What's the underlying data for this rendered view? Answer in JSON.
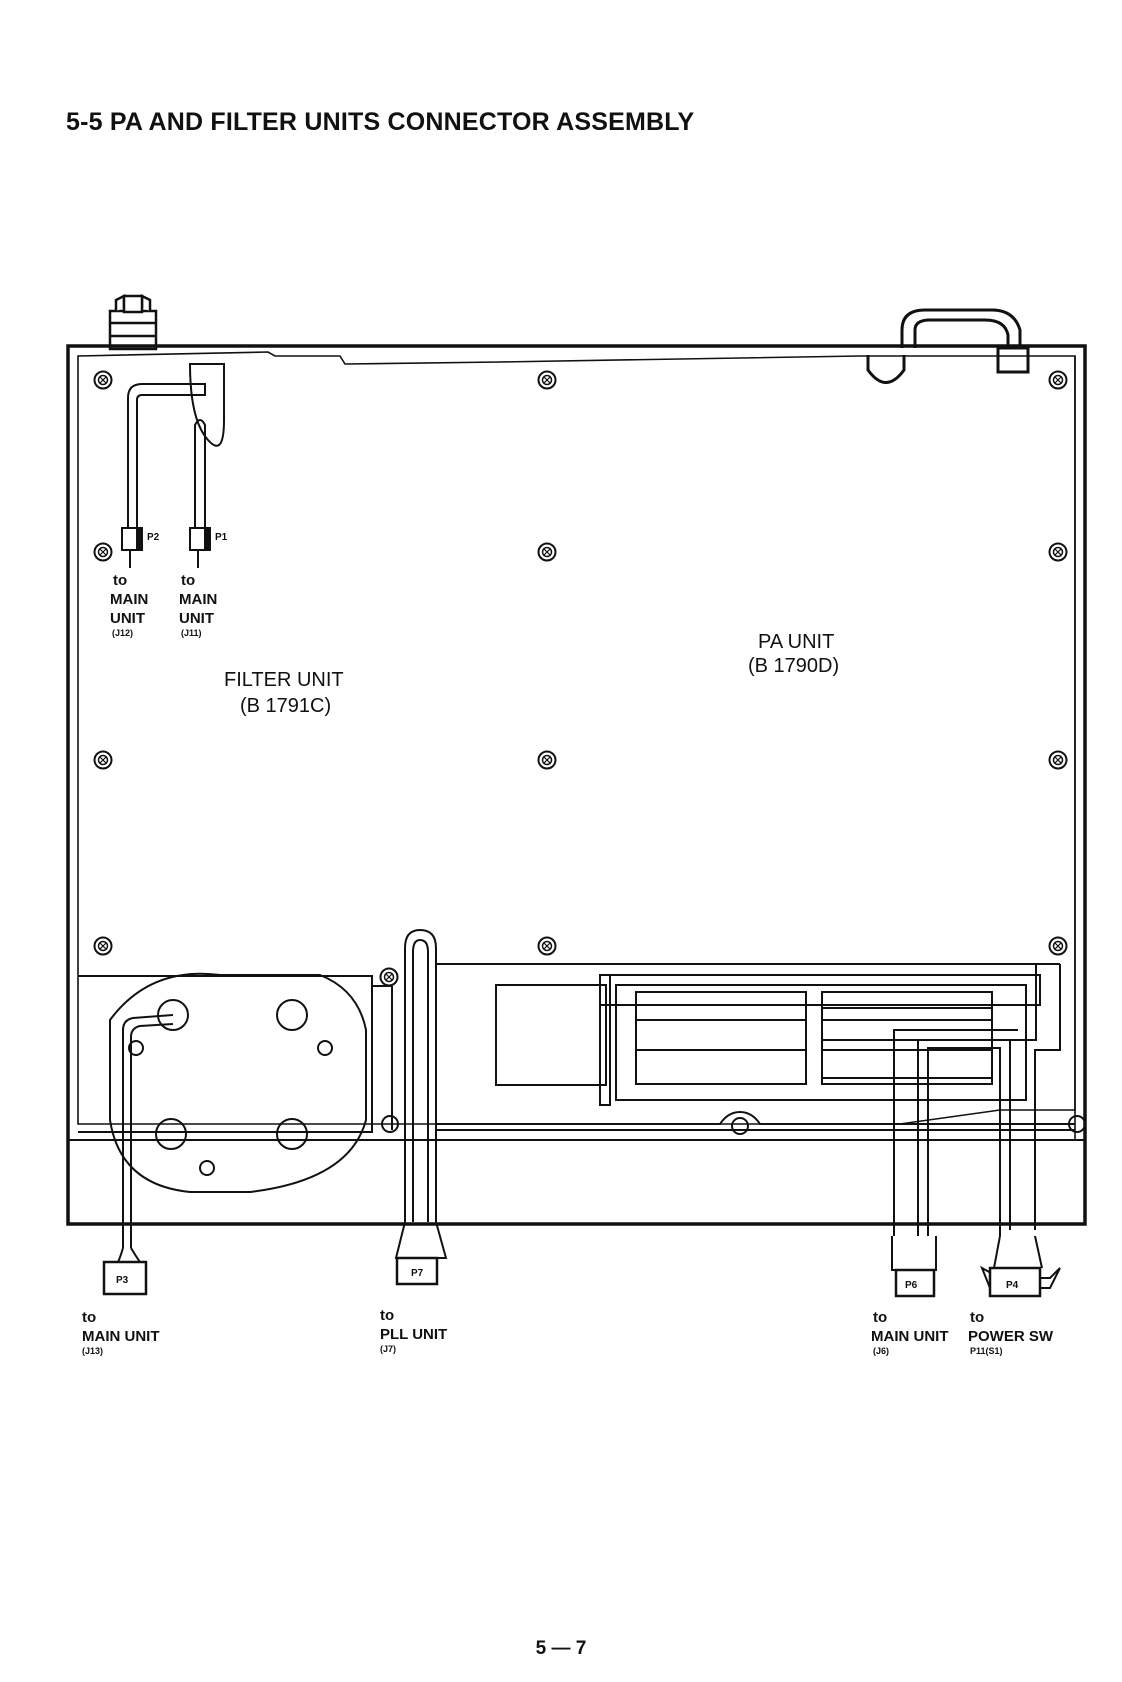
{
  "title": "5-5 PA AND FILTER UNITS CONNECTOR ASSEMBLY",
  "page_number": "5 — 7",
  "units": {
    "filter": {
      "name": "FILTER UNIT",
      "part": "(B 1791C)"
    },
    "pa": {
      "name": "PA UNIT",
      "part": "(B 1790D)"
    }
  },
  "connectors": {
    "p1": {
      "pin": "P1",
      "to": "to",
      "line1": "MAIN",
      "line2": "UNIT",
      "ref": "(J11)"
    },
    "p2": {
      "pin": "P2",
      "to": "to",
      "line1": "MAIN",
      "line2": "UNIT",
      "ref": "(J12)"
    },
    "p3": {
      "pin": "P3",
      "to": "to",
      "dest": "MAIN UNIT",
      "ref": "(J13)"
    },
    "p7": {
      "pin": "P7",
      "to": "to",
      "dest": "PLL UNIT",
      "ref": "(J7)"
    },
    "p6": {
      "pin": "P6",
      "to": "to",
      "dest": "MAIN UNIT",
      "ref": "(J6)"
    },
    "p4": {
      "pin": "P4",
      "to": "to",
      "dest": "POWER SW",
      "ref": "P11(S1)"
    }
  },
  "colors": {
    "ink": "#111111",
    "paper": "#ffffff"
  }
}
